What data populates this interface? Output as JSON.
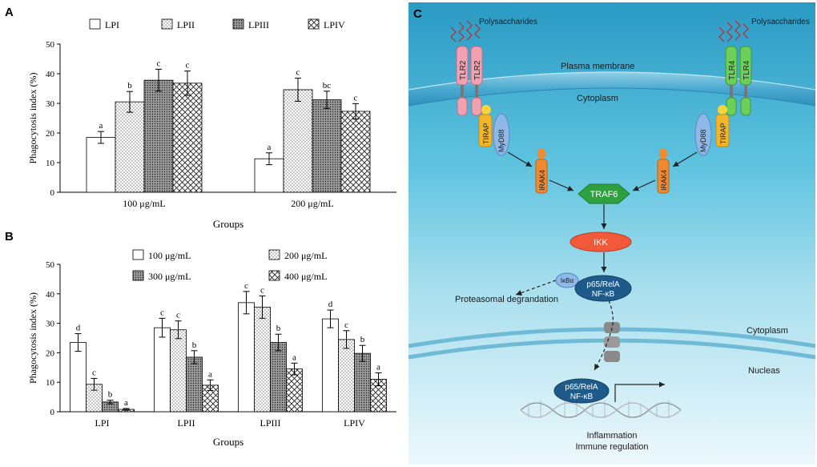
{
  "panels": [
    {
      "letter": "A",
      "chart_data": {
        "type": "bar",
        "ylabel": "Phagocytosis index (%)",
        "xlabel": "Groups",
        "ylim": [
          0,
          50
        ],
        "yticks": [
          "0",
          "10",
          "20",
          "30",
          "40",
          "50"
        ],
        "categories": [
          "100 μg/mL",
          "200 μg/mL"
        ],
        "series": [
          {
            "name": "LPI",
            "pattern": "blank",
            "values": [
              18.5,
              11.3
            ],
            "errors": [
              2.0,
              2.0
            ],
            "labels": [
              "a",
              "a"
            ]
          },
          {
            "name": "LPII",
            "pattern": "dots",
            "values": [
              30.5,
              34.6
            ],
            "errors": [
              3.5,
              3.9
            ],
            "labels": [
              "b",
              "c"
            ]
          },
          {
            "name": "LPIII",
            "pattern": "dense",
            "values": [
              37.8,
              31.2
            ],
            "errors": [
              3.7,
              2.9
            ],
            "labels": [
              "c",
              "bc"
            ]
          },
          {
            "name": "LPIV",
            "pattern": "cross",
            "values": [
              36.8,
              27.3
            ],
            "errors": [
              4.1,
              2.6
            ],
            "labels": [
              "c",
              "c"
            ]
          }
        ],
        "legend_position": "top"
      }
    },
    {
      "letter": "B",
      "chart_data": {
        "type": "bar",
        "ylabel": "Phagocytosis index (%)",
        "xlabel": "Groups",
        "ylim": [
          0,
          50
        ],
        "yticks": [
          "0",
          "10",
          "20",
          "30",
          "40",
          "50"
        ],
        "categories": [
          "LPI",
          "LPII",
          "LPIII",
          "LPIV"
        ],
        "series": [
          {
            "name": "100 μg/mL",
            "pattern": "blank",
            "values": [
              23.5,
              28.5,
              37.0,
              31.5
            ],
            "errors": [
              3.0,
              3.2,
              3.8,
              3.0
            ],
            "labels": [
              "d",
              "c",
              "c",
              "d"
            ]
          },
          {
            "name": "200 μg/mL",
            "pattern": "dots",
            "values": [
              9.3,
              27.8,
              35.5,
              24.5
            ],
            "errors": [
              2.0,
              3.0,
              3.8,
              3.0
            ],
            "labels": [
              "c",
              "c",
              "c",
              "c"
            ]
          },
          {
            "name": "300 μg/mL",
            "pattern": "dense",
            "values": [
              3.3,
              18.5,
              23.5,
              19.8
            ],
            "errors": [
              0.6,
              2.2,
              2.8,
              2.7
            ],
            "labels": [
              "b",
              "b",
              "b",
              "b"
            ]
          },
          {
            "name": "400 μg/mL",
            "pattern": "cross",
            "values": [
              0.8,
              9.0,
              14.5,
              11.0
            ],
            "errors": [
              0.3,
              1.8,
              2.0,
              2.2
            ],
            "labels": [
              "a",
              "a",
              "a",
              "a"
            ]
          }
        ],
        "legend_position": "top"
      }
    }
  ],
  "diagram": {
    "letter": "C",
    "labels": {
      "polysaccharides_left": "Polysaccharides",
      "polysaccharides_right": "Polysaccharides",
      "plasma_membrane": "Plasma membrane",
      "cytoplasm_top": "Cytoplasm",
      "cytoplasm_mid": "Cytoplasm",
      "nucleus": "Nucleas",
      "proteasomal": "Proteasomal degrandation",
      "inflammation": "Inflammation",
      "immune": "Immune regulation"
    },
    "nodes": {
      "tlr2_a": "TLR2",
      "tlr2_b": "TLR2",
      "tlr4_a": "TLR4",
      "tlr4_b": "TLR4",
      "tirap_left": "TIRAP",
      "myd88_left": "MyD88",
      "tirap_right": "TIRAP",
      "myd88_right": "MyD88",
      "irak4_left": "IRAK4",
      "irak4_right": "IRAK4",
      "traf6": "TRAF6",
      "ikk": "IKK",
      "ikba": "IκBα",
      "p65_cyto_line1": "p65/RelA",
      "p65_cyto_line2": "NF-κB",
      "p65_nuc_line1": "p65/RelA",
      "p65_nuc_line2": "NF-κB"
    },
    "colors": {
      "bg_top": "#2a9ac4",
      "bg_bottom": "#e8f6fb",
      "tlr2": "#f2a1b2",
      "tlr4": "#6ccf5a",
      "tirap": "#f3b52b",
      "myd88": "#8eb8e8",
      "irak4": "#f08a30",
      "traf6": "#2fa040",
      "ikk": "#f05a3a",
      "nfkb": "#1f5b8a"
    }
  }
}
